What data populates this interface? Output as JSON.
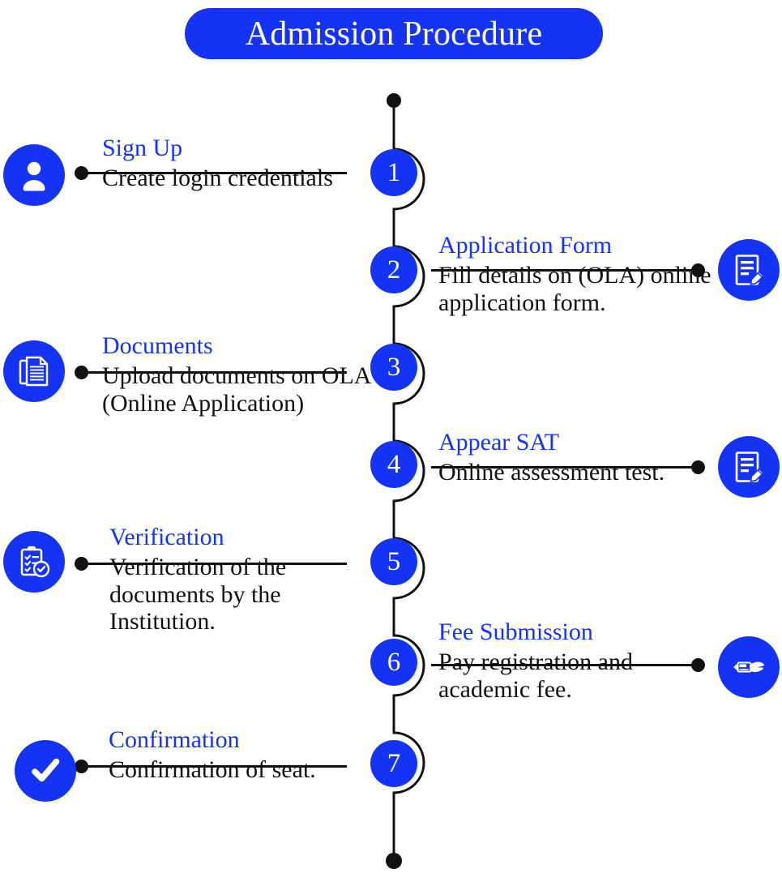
{
  "title": "Admission Procedure",
  "theme": {
    "brand_blue": "#1433f5",
    "heading_blue": "#1433f5",
    "body_black": "#111111",
    "page_background": "#ffffff"
  },
  "steps": [
    {
      "number": "1",
      "side": "left",
      "heading": "Sign Up",
      "body": "Create login credentials",
      "icon": "user-icon"
    },
    {
      "number": "2",
      "side": "right",
      "heading": "Application Form",
      "body": "Fill details on (OLA) online application form.",
      "icon": "document-pencil-icon"
    },
    {
      "number": "3",
      "side": "left",
      "heading": "Documents",
      "body": "Upload documents on OLA (Online Application)",
      "icon": "stacked-documents-icon"
    },
    {
      "number": "4",
      "side": "right",
      "heading": "Appear SAT",
      "body": "Online assessment test.",
      "icon": "document-pencil-icon"
    },
    {
      "number": "5",
      "side": "left",
      "heading": "Verification",
      "body": "Verification of the documents by the Institution.",
      "icon": "clipboard-check-icon"
    },
    {
      "number": "6",
      "side": "right",
      "heading": "Fee Submission",
      "body": "Pay registration and academic fee.",
      "icon": "hand-pay-card-icon"
    },
    {
      "number": "7",
      "side": "left",
      "heading": "Confirmation",
      "body": "Confirmation of seat.",
      "icon": "check-circle-icon"
    }
  ]
}
